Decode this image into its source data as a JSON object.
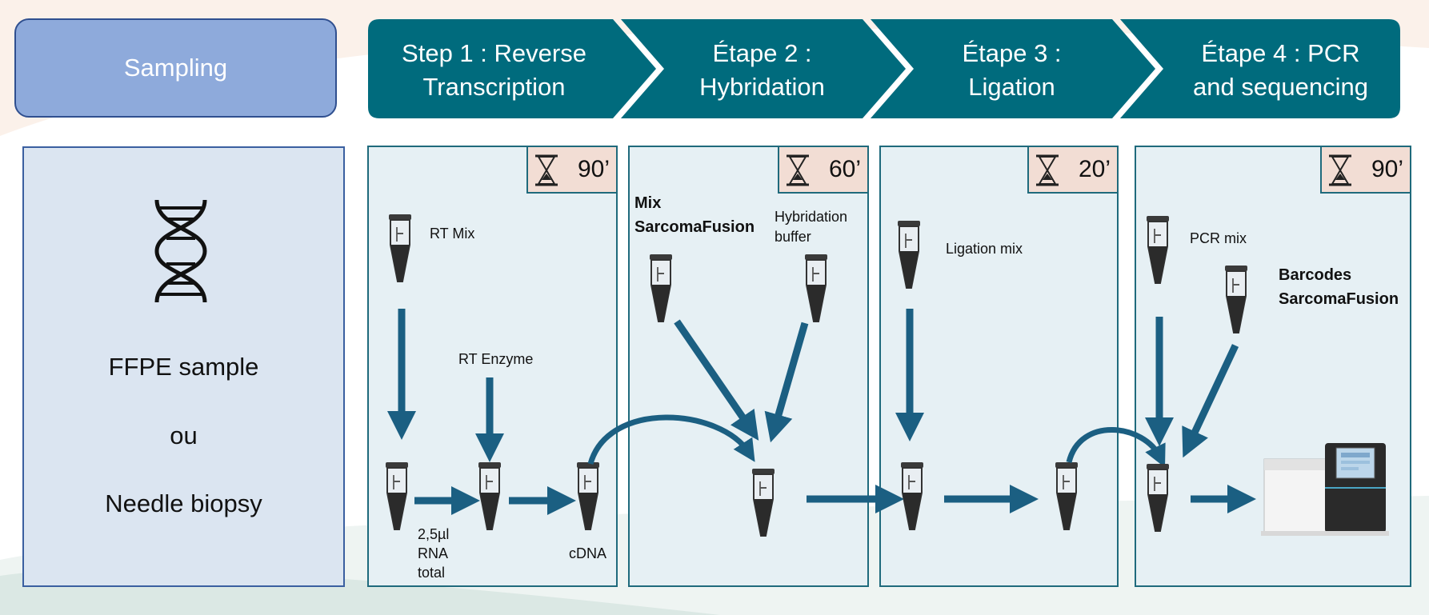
{
  "header": {
    "sampling": "Sampling",
    "steps": [
      "Step 1 : Reverse\nTranscription",
      "Étape 2 :\nHybridation",
      "Étape 3 :\nLigation",
      "Étape 4 : PCR\nand sequencing"
    ]
  },
  "sample_panel": {
    "icon": "dna-icon",
    "line1": "FFPE sample",
    "line2": "ou",
    "line3": "Needle biopsy"
  },
  "timers": [
    "90’",
    "60’",
    "20’",
    "90’"
  ],
  "step1": {
    "rt_mix": "RT Mix",
    "rt_enzyme": "RT Enzyme",
    "rna_l1": "2,5µl",
    "rna_l2": "RNA",
    "rna_l3": "total",
    "cdna": "cDNA"
  },
  "step2": {
    "mix_l1": "Mix",
    "mix_l2": "SarcomaFusion",
    "buffer_l1": "Hybridation",
    "buffer_l2": "buffer"
  },
  "step3": {
    "ligation_mix": "Ligation mix"
  },
  "step4": {
    "pcr_mix": "PCR mix",
    "barcodes_l1": "Barcodes",
    "barcodes_l2": "SarcomaFusion",
    "sequencer_icon": "sequencer-icon"
  },
  "colors": {
    "teal": "#006b7d",
    "arrow": "#1b5f82",
    "sampling_fill": "#8eaadb",
    "panel_fill": "#e6f0f4",
    "timer_fill": "#f2ddd4"
  }
}
